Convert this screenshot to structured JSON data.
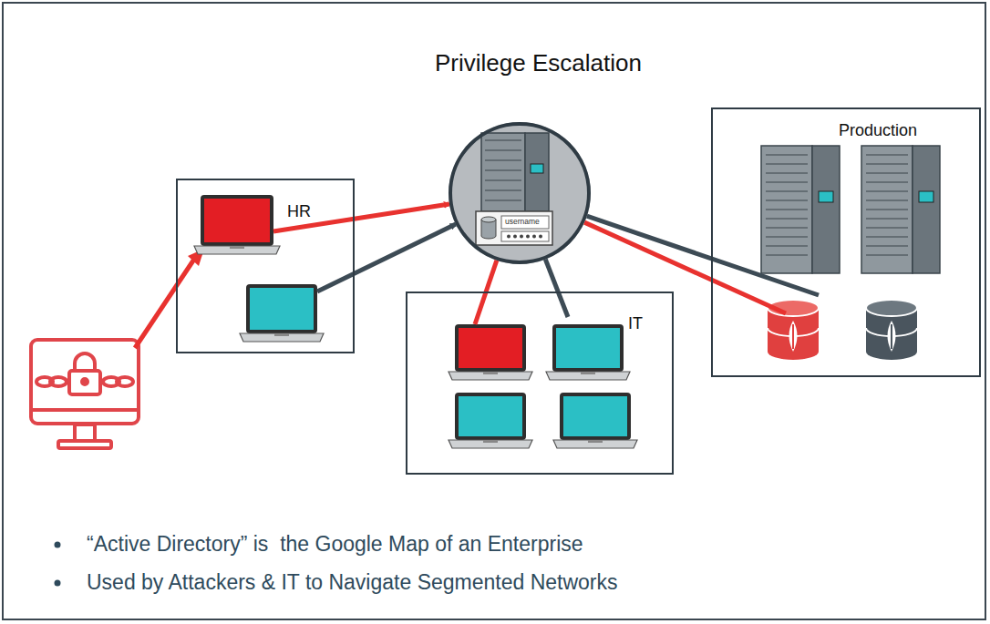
{
  "diagram": {
    "title": "Privilege Escalation",
    "nodes": [
      {
        "text": [
          "HR"
        ]
      },
      {
        "text": [
          "username"
        ]
      },
      {
        "text": [
          "IT"
        ]
      },
      {
        "text": [
          "Production"
        ]
      }
    ],
    "edges": [
      {
        "from": 0,
        "to": 1,
        "arrow": "to"
      },
      {
        "from": 0,
        "to": 1,
        "arrow": "to"
      },
      {
        "from": 1,
        "to": 2,
        "arrow": "none"
      },
      {
        "from": 1,
        "to": 2,
        "arrow": "none"
      },
      {
        "from": 1,
        "to": 3,
        "arrow": "none"
      },
      {
        "from": 1,
        "to": 3,
        "arrow": "none"
      }
    ],
    "labels": [
      "“Active Directory” is  the Google Map of an Enterprise",
      "Used by Attackers & IT to Navigate Segmented Networks"
    ]
  }
}
